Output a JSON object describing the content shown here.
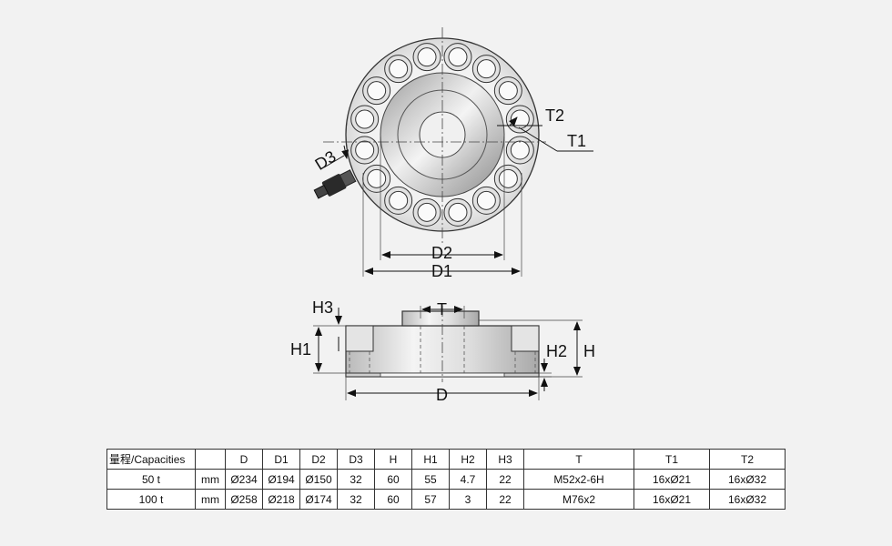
{
  "labels": {
    "T2": "T2",
    "T1": "T1",
    "D3": "D3",
    "D2": "D2",
    "D1": "D1",
    "H3": "H3",
    "H1": "H1",
    "T": "T",
    "H2": "H2",
    "H": "H",
    "D": "D"
  },
  "table": {
    "header": [
      "量程/Capacities",
      "",
      "D",
      "D1",
      "D2",
      "D3",
      "H",
      "H1",
      "H2",
      "H3",
      "T",
      "T1",
      "T2"
    ],
    "rows": [
      [
        "50 t",
        "mm",
        "Ø234",
        "Ø194",
        "Ø150",
        "32",
        "60",
        "55",
        "4.7",
        "22",
        "M52x2-6H",
        "16xØ21",
        "16xØ32"
      ],
      [
        "100 t",
        "mm",
        "Ø258",
        "Ø218",
        "Ø174",
        "32",
        "60",
        "57",
        "3",
        "22",
        "M76x2",
        "16xØ21",
        "16xØ32"
      ]
    ]
  }
}
